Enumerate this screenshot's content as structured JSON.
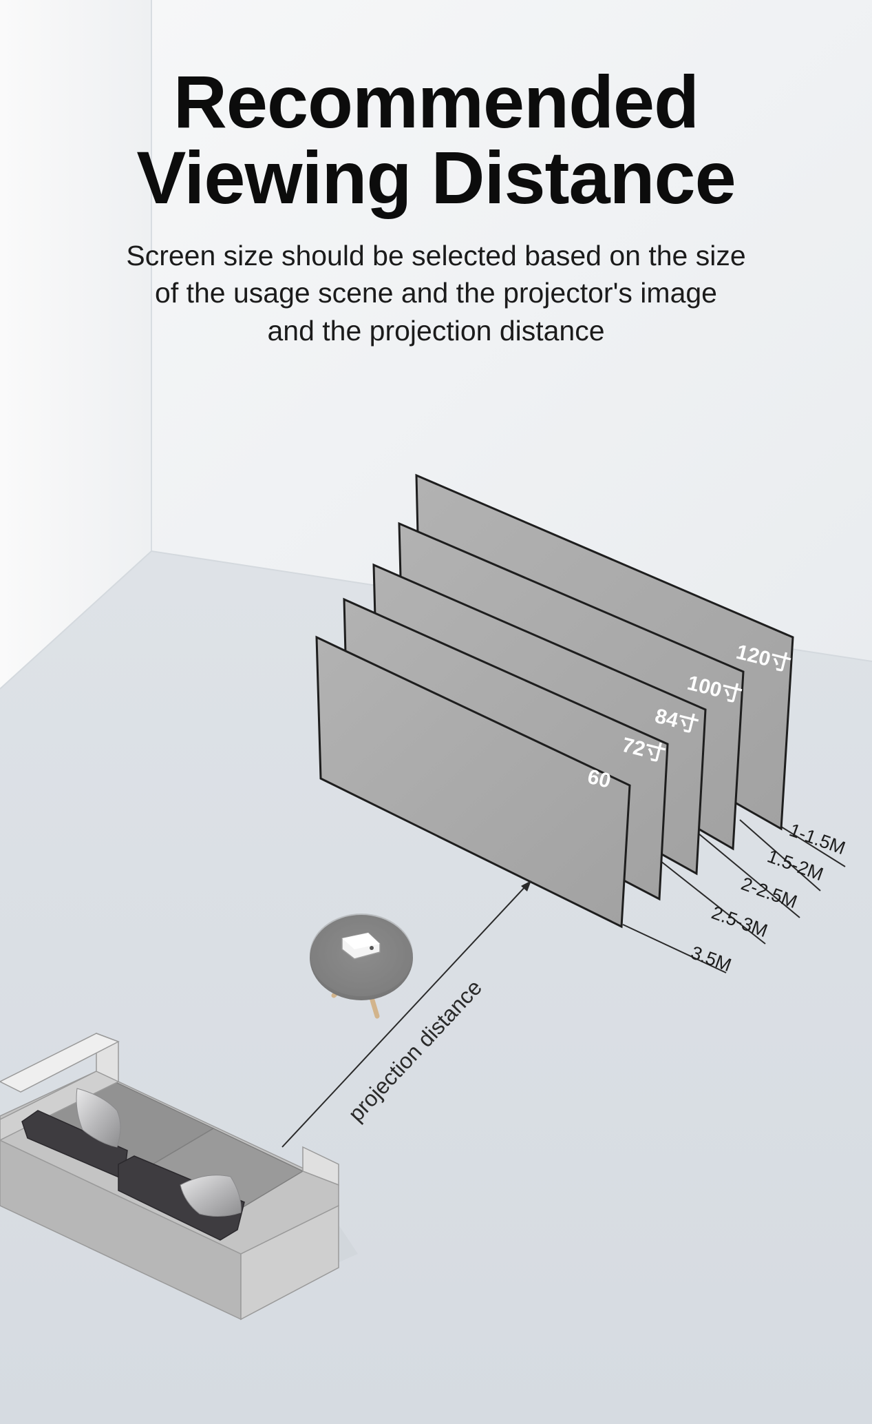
{
  "title": {
    "line1": "Recommended",
    "line2": "Viewing Distance"
  },
  "subtitle": {
    "line1": "Screen size should be selected based on the size",
    "line2": "of the usage scene and the projector's image",
    "line3": "and the projection distance"
  },
  "screens": [
    {
      "size_label": "120寸",
      "distance_label": "1-1.5M"
    },
    {
      "size_label": "100寸",
      "distance_label": "1.5-2M"
    },
    {
      "size_label": "84寸",
      "distance_label": "2-2.5M"
    },
    {
      "size_label": "72寸",
      "distance_label": "2.5-3M"
    },
    {
      "size_label": "60",
      "distance_label": "3.5M"
    }
  ],
  "projection_label": "projection distance",
  "colors": {
    "wall": "#f1f3f5",
    "floor": "#dde2e7",
    "screen": "#a9a9a9",
    "title": "#0c0c0c",
    "sofa": "#a8a8a8",
    "pillow_dark": "#3e3c40"
  }
}
